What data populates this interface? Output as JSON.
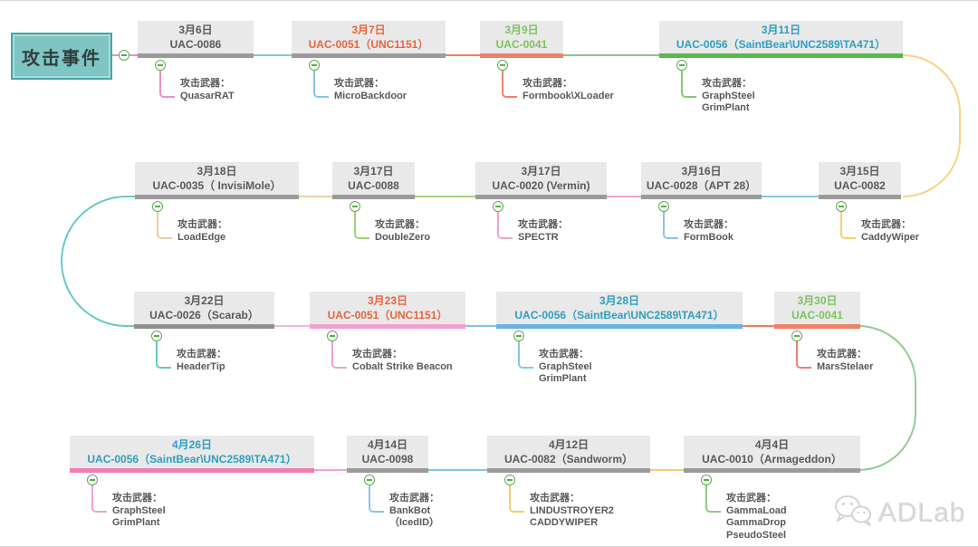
{
  "root": {
    "label": "攻击事件"
  },
  "labels": {
    "weapons_prefix": "攻击武器："
  },
  "watermark": {
    "label": "ADLab"
  },
  "palette": {
    "node_bg": "#e9e9e9",
    "gray_bar": "#9b9b9b",
    "default_text": "#595959",
    "orange_text": "#e7653f",
    "green_text": "#7cc35c",
    "blue_text": "#2d9fc0",
    "pink": "#ee8fc6",
    "light_pink": "#f2a0d2",
    "light_blue": "#85c6e9",
    "salmon": "#ee8166",
    "green": "#8bc87e",
    "bright_green_bar": "#56b94b",
    "blue_bar": "#66b3e3",
    "vivid_pink_bar": "#f07cb5",
    "yellow": "#f5ce6e",
    "tan": "#e6cfa1",
    "teal": "#68c8c8",
    "root_fill": "#7fc5c4",
    "root_border": "#3ea8a6",
    "collapse_green": "#5aad4e"
  },
  "nodes": [
    {
      "date": "3月6日",
      "code": "UAC-0086",
      "weapons": [
        "QuasarRAT"
      ],
      "text_color": "#595959",
      "bar_color": "#9b9b9b",
      "drop_color": "#ee8fc6"
    },
    {
      "date": "3月7日",
      "code": "UAC-0051（UNC1151）",
      "weapons": [
        "MicroBackdoor"
      ],
      "text_color": "#e7653f",
      "bar_color": "#9b9b9b",
      "drop_color": "#85c6e9"
    },
    {
      "date": "3月9日",
      "code": "UAC-0041",
      "weapons": [
        "Formbook\\XLoader"
      ],
      "text_color": "#7cc35c",
      "bar_color": "#ee8166",
      "drop_color": "#ee8166"
    },
    {
      "date": "3月11日",
      "code": "UAC-0056（SaintBear\\UNC2589\\TA471）",
      "weapons": [
        "GraphSteel",
        "GrimPlant"
      ],
      "text_color": "#2d9fc0",
      "bar_color": "#56b94b",
      "drop_color": "#8bc87e"
    },
    {
      "date": "3月18日",
      "code": "UAC-0035（ InvisiMole）",
      "weapons": [
        "LoadEdge"
      ],
      "text_color": "#595959",
      "bar_color": "#9b9b9b",
      "drop_color": "#e6cfa1"
    },
    {
      "date": "3月17日",
      "code": "UAC-0088",
      "weapons": [
        "DoubleZero"
      ],
      "text_color": "#595959",
      "bar_color": "#9b9b9b",
      "drop_color": "#a3d378"
    },
    {
      "date": "3月17日",
      "code": "UAC-0020 (Vermin)",
      "weapons": [
        "SPECTR"
      ],
      "text_color": "#595959",
      "bar_color": "#9b9b9b",
      "drop_color": "#f2a3cf"
    },
    {
      "date": "3月16日",
      "code": "UAC-0028（APT 28）",
      "weapons": [
        "FormBook"
      ],
      "text_color": "#595959",
      "bar_color": "#9b9b9b",
      "drop_color": "#85c6e9"
    },
    {
      "date": "3月15日",
      "code": "UAC-0082",
      "weapons": [
        "CaddyWiper"
      ],
      "text_color": "#595959",
      "bar_color": "#9b9b9b",
      "drop_color": "#f5ce6e"
    },
    {
      "date": "3月22日",
      "code": "UAC-0026（Scarab）",
      "weapons": [
        "HeaderTip"
      ],
      "text_color": "#595959",
      "bar_color": "#8f8f8f",
      "drop_color": "#68c8c8"
    },
    {
      "date": "3月23日",
      "code": "UAC-0051（UNC1151）",
      "weapons": [
        "Cobalt Strike Beacon"
      ],
      "text_color": "#e7653f",
      "bar_color": "#f2a0d2",
      "drop_color": "#f2a0d2"
    },
    {
      "date": "3月28日",
      "code": "UAC-0056（SaintBear\\UNC2589\\TA471）",
      "weapons": [
        "GraphSteel",
        "GrimPlant"
      ],
      "text_color": "#2d9fc0",
      "bar_color": "#66b3e3",
      "drop_color": "#85c6e9"
    },
    {
      "date": "3月30日",
      "code": "UAC-0041",
      "weapons": [
        "MarsStelaer"
      ],
      "text_color": "#7cc35c",
      "bar_color": "#ee8166",
      "drop_color": "#ee8166"
    },
    {
      "date": "4月26日",
      "code": "UAC-0056（SaintBear\\UNC2589\\TA471）",
      "weapons": [
        "GraphSteel",
        "GrimPlant"
      ],
      "text_color": "#2d9fc0",
      "bar_color": "#f07cb5",
      "drop_color": "#f2a0d2"
    },
    {
      "date": "4月14日",
      "code": "UAC-0098",
      "weapons": [
        "BankBot",
        "（IcedID）"
      ],
      "text_color": "#595959",
      "bar_color": "#9b9b9b",
      "drop_color": "#85c6e9"
    },
    {
      "date": "4月12日",
      "code": "UAC-0082（Sandworm）",
      "weapons": [
        "LINDUSTROYER2",
        "CADDYWIPER"
      ],
      "text_color": "#595959",
      "bar_color": "#9b9b9b",
      "drop_color": "#f5ce6e"
    },
    {
      "date": "4月4日",
      "code": "UAC-0010（Armageddon）",
      "weapons": [
        "GammaLoad",
        "GammaDrop",
        "PseudoSteel"
      ],
      "text_color": "#595959",
      "bar_color": "#9b9b9b",
      "drop_color": "#8bc98b"
    }
  ],
  "connectors": [
    {
      "color": "#ee8fc6"
    },
    {
      "color": "#85c6e9"
    },
    {
      "color": "#ee8166"
    },
    {
      "color": "#8bc87e"
    },
    {
      "color": "#85c6e9"
    },
    {
      "color": "#f2a3cf"
    },
    {
      "color": "#a3d378"
    },
    {
      "color": "#e6cfa1"
    },
    {
      "color": "#f2b8dc"
    },
    {
      "color": "#85c6e9"
    },
    {
      "color": "#ee8166"
    },
    {
      "color": "#f5ce6e"
    },
    {
      "color": "#85c6e9"
    },
    {
      "color": "#f2a3cf"
    }
  ],
  "curves": [
    {
      "color": "#f7d384"
    },
    {
      "color": "#68c8c8"
    },
    {
      "color": "#90cd90"
    }
  ]
}
